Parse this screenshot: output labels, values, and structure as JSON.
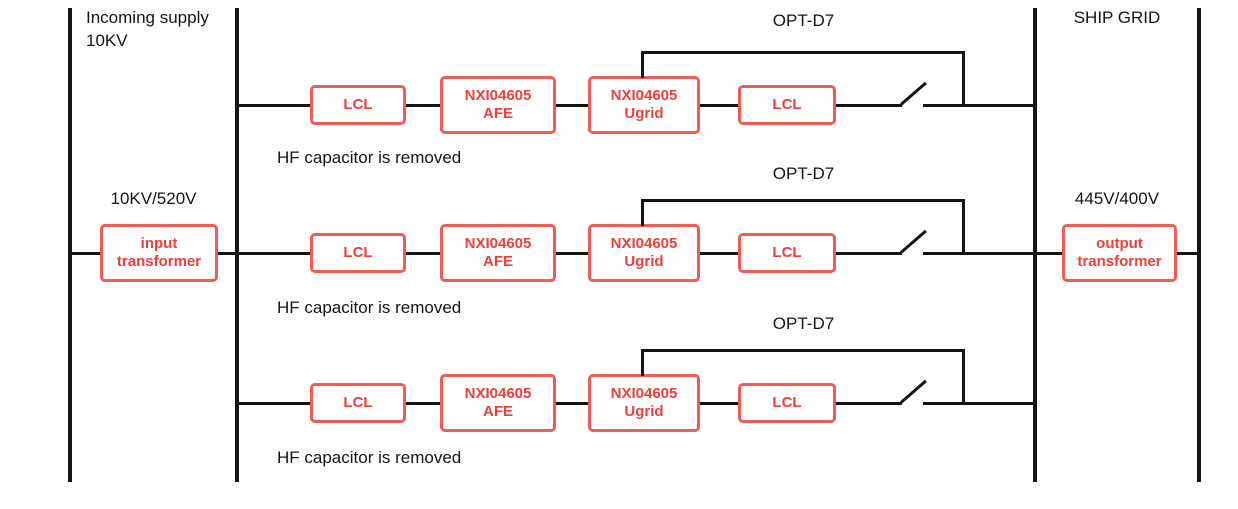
{
  "diagram": {
    "colors": {
      "line": "#141414",
      "component_border": "#f15b55",
      "component_text": "#f03e38"
    },
    "incoming_bus": {
      "label_line1": "Incoming supply",
      "label_line2": "10KV"
    },
    "input_transformer": {
      "ratio": "10KV/520V",
      "name_line1": "input",
      "name_line2": "transformer"
    },
    "output_transformer": {
      "ratio": "445V/400V",
      "name_line1": "output",
      "name_line2": "transformer"
    },
    "ship_grid": {
      "label": "SHIP GRID"
    },
    "branches": [
      {
        "opt": "OPT-D7",
        "note": "HF capacitor is removed",
        "lcl_in": "LCL",
        "afe_l1": "NXI04605",
        "afe_l2": "AFE",
        "ugrid_l1": "NXI04605",
        "ugrid_l2": "Ugrid",
        "lcl_out": "LCL"
      },
      {
        "opt": "OPT-D7",
        "note": "HF capacitor is removed",
        "lcl_in": "LCL",
        "afe_l1": "NXI04605",
        "afe_l2": "AFE",
        "ugrid_l1": "NXI04605",
        "ugrid_l2": "Ugrid",
        "lcl_out": "LCL"
      },
      {
        "opt": "OPT-D7",
        "note": "HF capacitor is removed",
        "lcl_in": "LCL",
        "afe_l1": "NXI04605",
        "afe_l2": "AFE",
        "ugrid_l1": "NXI04605",
        "ugrid_l2": "Ugrid",
        "lcl_out": "LCL"
      }
    ]
  }
}
